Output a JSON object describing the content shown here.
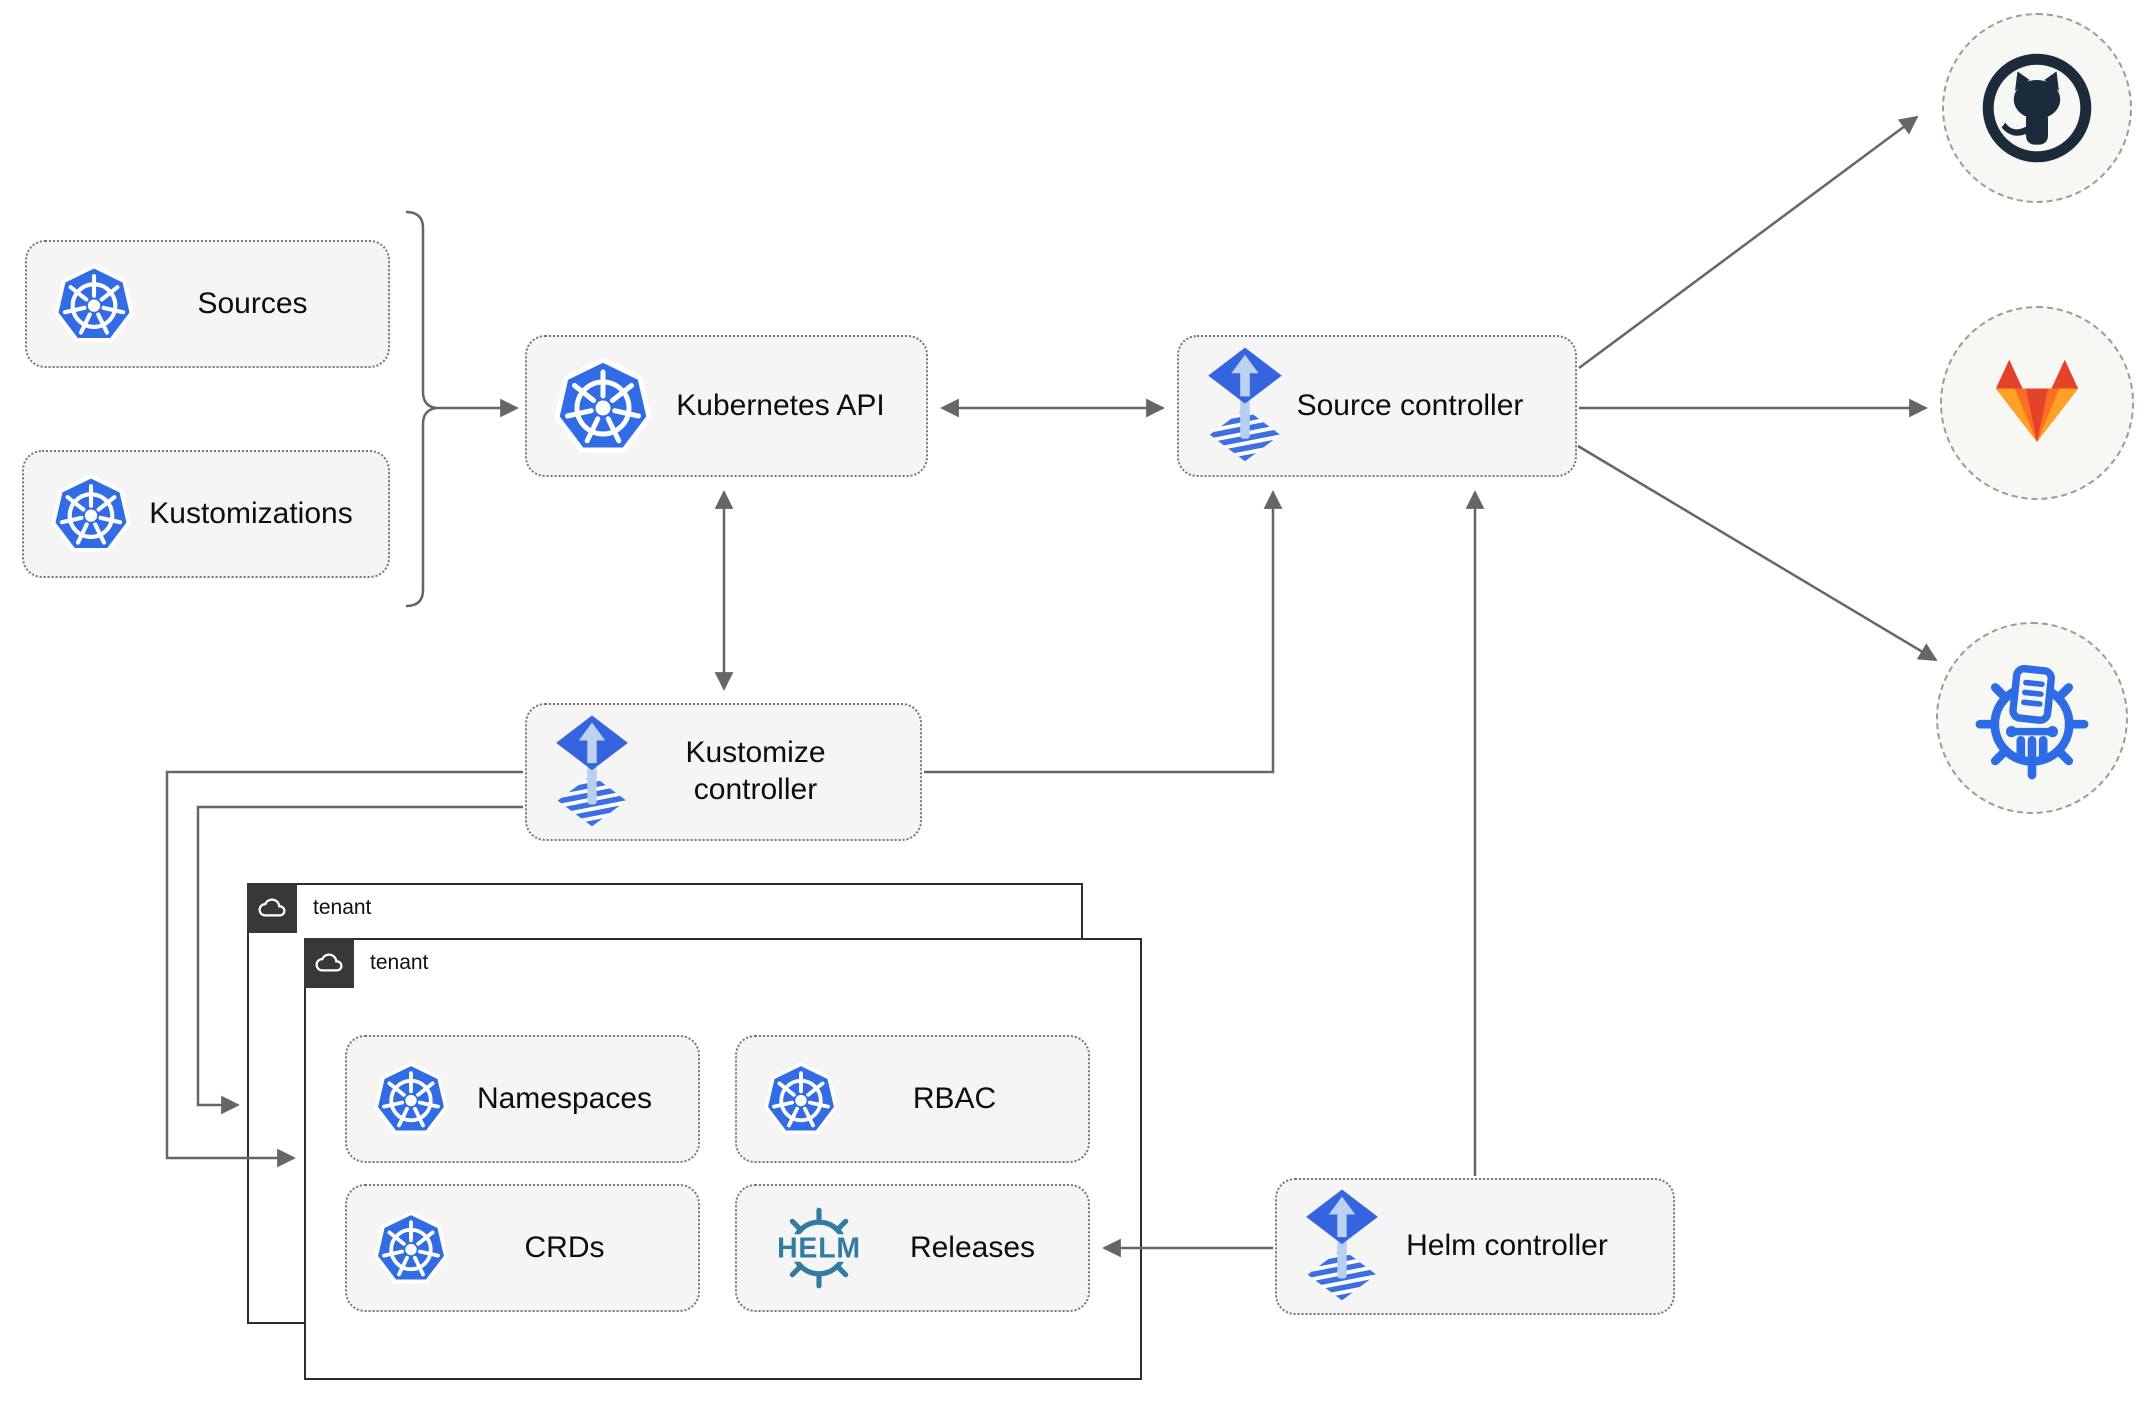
{
  "nodes": {
    "sources": {
      "label": "Sources",
      "icon": "kubernetes"
    },
    "kustomizations": {
      "label": "Kustomizations",
      "icon": "kubernetes"
    },
    "kubernetes_api": {
      "label": "Kubernetes API",
      "icon": "kubernetes"
    },
    "source_controller": {
      "label": "Source controller",
      "icon": "flux"
    },
    "kustomize_controller": {
      "label": "Kustomize controller",
      "icon": "flux"
    },
    "helm_controller": {
      "label": "Helm controller",
      "icon": "flux"
    },
    "namespaces": {
      "label": "Namespaces",
      "icon": "kubernetes"
    },
    "rbac": {
      "label": "RBAC",
      "icon": "kubernetes"
    },
    "crds": {
      "label": "CRDs",
      "icon": "kubernetes"
    },
    "releases": {
      "label": "Releases",
      "icon": "helm"
    }
  },
  "groups": {
    "tenant_back": {
      "label": "tenant",
      "icon": "cloud"
    },
    "tenant_front": {
      "label": "tenant",
      "icon": "cloud"
    }
  },
  "endpoints": {
    "github": {
      "icon": "github-logo"
    },
    "gitlab": {
      "icon": "gitlab-logo"
    },
    "chart_repository": {
      "icon": "chartmuseum-logo"
    }
  },
  "colors": {
    "kubernetes_blue": "#326ce5",
    "flux_blue": "#3565de",
    "flux_arrow_light": "#bcd2f3",
    "helm_teal": "#327c9e",
    "github_dark": "#1b2b3a",
    "gitlab_red": "#e24329",
    "gitlab_orange": "#fc6d26",
    "gitlab_amber": "#fca326",
    "chartmuseum_blue": "#2d6ce4",
    "connector_gray": "#666666",
    "node_fill": "#f5f5f5",
    "tenant_border": "#2d2d2d"
  }
}
